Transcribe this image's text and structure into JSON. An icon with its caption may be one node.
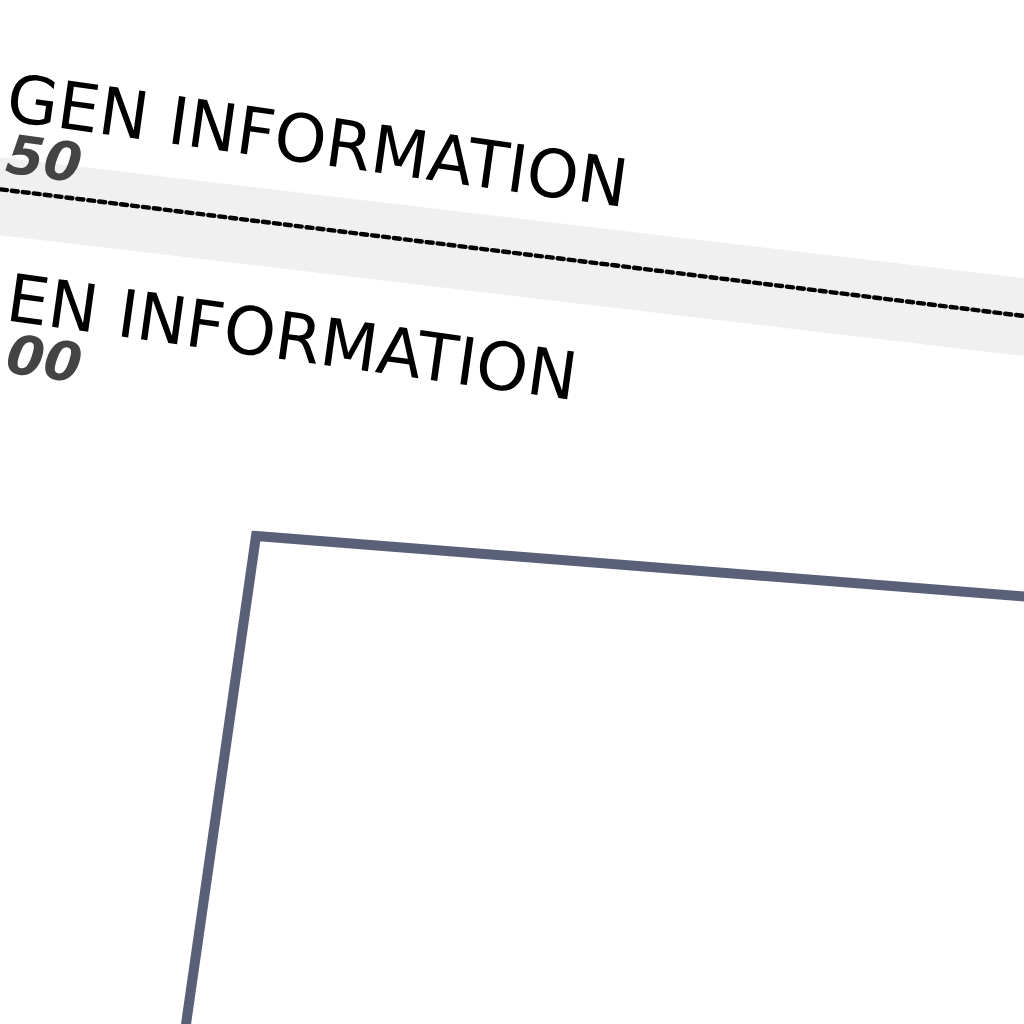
{
  "diagram": {
    "labels": [
      "GEN INFORMATION",
      "50",
      "EN INFORMATION",
      "00"
    ]
  }
}
